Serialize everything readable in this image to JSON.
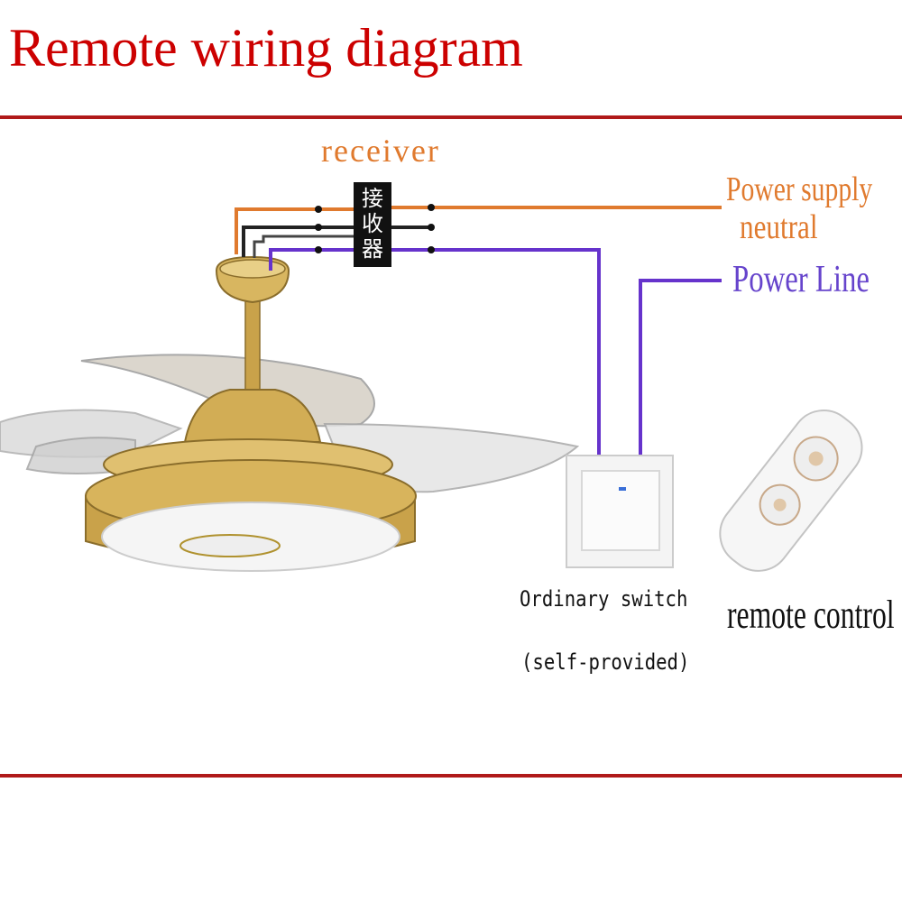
{
  "title": "Remote wiring diagram",
  "labels": {
    "receiver": "receiver",
    "receiver_chip": [
      "接",
      "收",
      "器"
    ],
    "power_supply_neutral_1": "Power supply",
    "power_supply_neutral_2": "neutral",
    "power_line": "Power Line",
    "switch_1": "Ordinary switch",
    "switch_2": "(self-provided)",
    "remote": "remote control"
  },
  "colors": {
    "title": "#cc0000",
    "rule": "#b01919",
    "orange": "#e07a2e",
    "purple": "#6633cc",
    "black": "#222222",
    "gold": "#c9a24a",
    "label_orange": "#e07a2e",
    "label_purple": "#6644cc"
  },
  "icons": [
    "ceiling-fan-image",
    "wall-switch-image",
    "remote-control-image"
  ]
}
